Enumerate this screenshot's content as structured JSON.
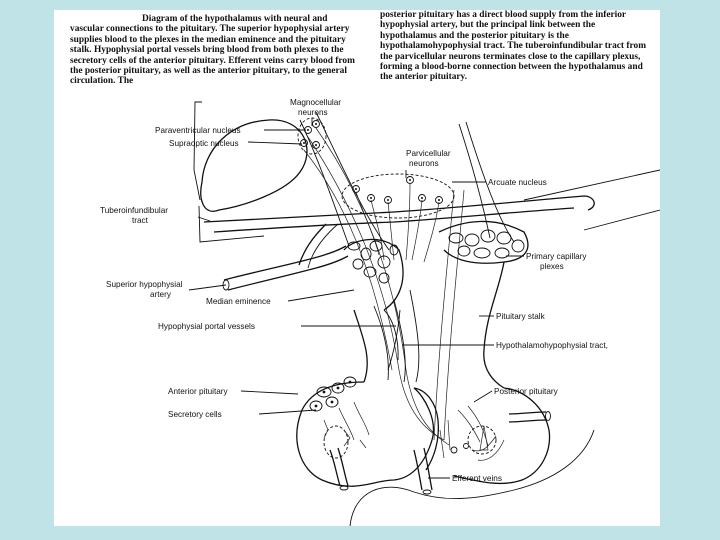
{
  "caption_left": "Diagram of the hypothalamus with neural and vascular connections to the pituitary. The superior hypophysial artery supplies blood to the plexes in the median eminence and the pituitary stalk. Hypophysial portal vessels bring blood from both plexes to the secretory cells of the anterior pituitary. Efferent veins carry blood from the posterior pituitary, as well as the anterior pituitary, to the general circulation. The",
  "caption_right": "posterior pituitary has a direct blood supply from the inferior hypophysial artery, but the principal link between the hypothalamus and the posterior pituitary is the hypothalamohypophysial tract. The tuberoinfundibular tract from the parvicellular neurons terminates close to the capillary plexus, forming a blood-borne connection between the hypothalamus and the anterior pituitary.",
  "labels": {
    "magnocellular_1": "Magnocellular",
    "magnocellular_2": "neurons",
    "paraventricular": "Paraventricular nucleus",
    "supraoptic": "Supraoptic nucleus",
    "parvicellular_1": "Parvicellular",
    "parvicellular_2": "neurons",
    "arcuate": "Arcuate nucleus",
    "tuberoinfundibular_1": "Tuberoinfundibular",
    "tuberoinfundibular_2": "tract",
    "primary_capillary_1": "Primary capillary",
    "primary_capillary_2": "plexes",
    "superior_hypophysial_1": "Superior hypophysial",
    "superior_hypophysial_2": "artery",
    "median_eminence": "Median eminence",
    "pituitary_stalk": "Pituitary stalk",
    "portal_vessels": "Hypophysial portal vessels",
    "hypothalamohypophysial": "Hypothalamohypophysial tract,",
    "anterior_pituitary": "Anterior pituitary",
    "posterior_pituitary": "Posterior pituitary",
    "secretory_cells": "Secretory cells",
    "efferent_veins": "Efferent veins"
  }
}
